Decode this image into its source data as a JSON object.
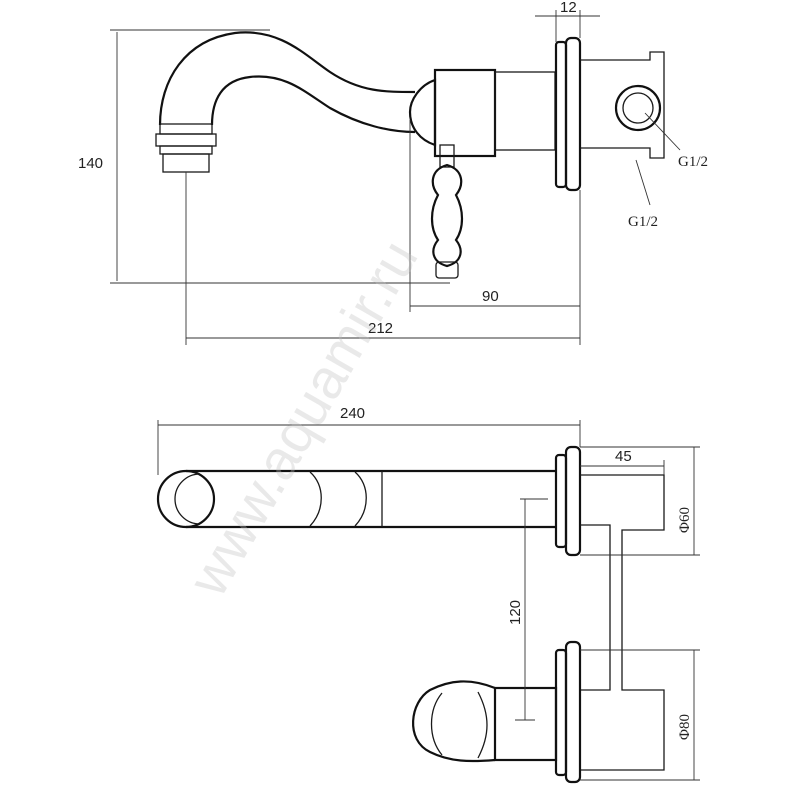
{
  "dimensions": {
    "side_height": "140",
    "flange_depth": "12",
    "handle_offset": "90",
    "spout_reach": "212",
    "top_length": "240",
    "body_depth": "45",
    "flange_diameter_upper": "Φ60",
    "spout_to_handle": "120",
    "flange_diameter_lower": "Φ80"
  },
  "threads": {
    "outlet": "G1/2",
    "inlet": "G1/2"
  },
  "watermark": "www.aquamir.ru",
  "colors": {
    "line": "#1a1a1a",
    "background": "#ffffff",
    "watermark": "#bfbfbf"
  }
}
